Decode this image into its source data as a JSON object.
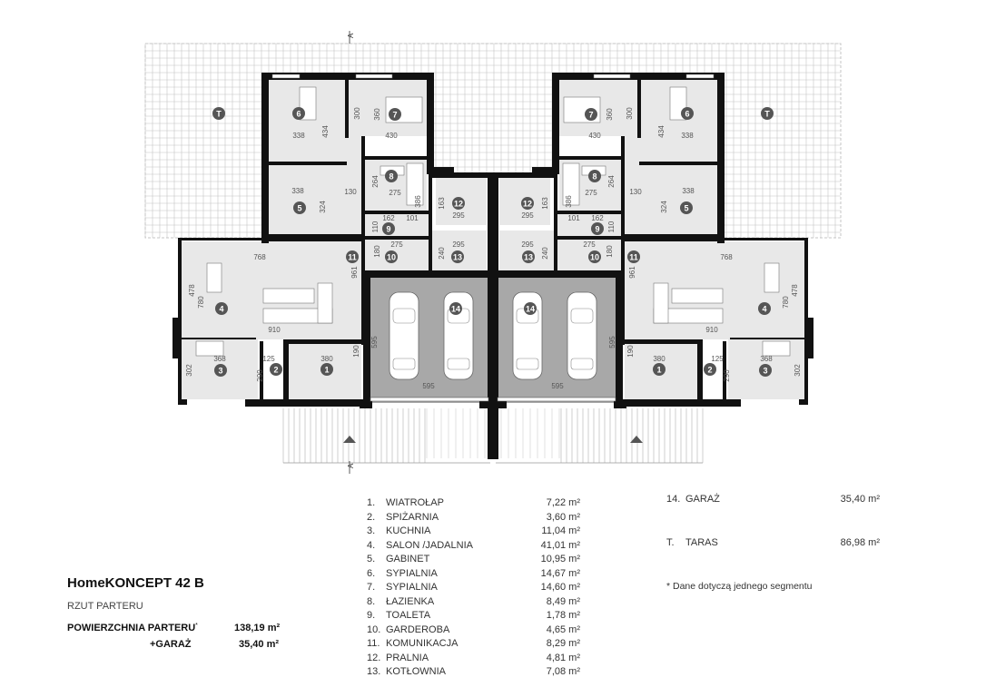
{
  "title": "HomeKONCEPT 42 B",
  "subtitle": "RZUT PARTERU",
  "area": {
    "floor_label": "POWIERZCHNIA PARTERU",
    "floor_mark": "*",
    "floor_value": "138,19 m²",
    "garage_label": "+GARAŻ",
    "garage_value": "35,40 m²"
  },
  "rooms": [
    {
      "no": "1.",
      "name": "WIATROŁAP",
      "area": "7,22 m²"
    },
    {
      "no": "2.",
      "name": "SPIŻARNIA",
      "area": "3,60 m²"
    },
    {
      "no": "3.",
      "name": "KUCHNIA",
      "area": "11,04 m²"
    },
    {
      "no": "4.",
      "name": "SALON /JADALNIA",
      "area": "41,01 m²"
    },
    {
      "no": "5.",
      "name": "GABINET",
      "area": "10,95 m²"
    },
    {
      "no": "6.",
      "name": "SYPIALNIA",
      "area": "14,67 m²"
    },
    {
      "no": "7.",
      "name": "SYPIALNIA",
      "area": "14,60 m²"
    },
    {
      "no": "8.",
      "name": "ŁAZIENKA",
      "area": "8,49 m²"
    },
    {
      "no": "9.",
      "name": "TOALETA",
      "area": "1,78 m²"
    },
    {
      "no": "10.",
      "name": "GARDEROBA",
      "area": "4,65 m²"
    },
    {
      "no": "11.",
      "name": "KOMUNIKACJA",
      "area": "8,29 m²"
    },
    {
      "no": "12.",
      "name": "PRALNIA",
      "area": "4,81 m²"
    },
    {
      "no": "13.",
      "name": "KOTŁOWNIA",
      "area": "7,08 m²"
    }
  ],
  "extra_rooms": [
    {
      "no": "14.",
      "name": "GARAŻ",
      "area": "35,40 m²"
    },
    {
      "no": "T.",
      "name": "TARAS",
      "area": "86,98 m²"
    }
  ],
  "footnote": "*  Dane dotyczą jednego segmentu",
  "plan": {
    "section_mark": "A",
    "room_markers": [
      "T",
      "6",
      "7",
      "8",
      "5",
      "12",
      "9",
      "10",
      "13",
      "11",
      "14",
      "4",
      "3",
      "2",
      "1"
    ],
    "dimensions": [
      "338",
      "434",
      "300",
      "360",
      "430",
      "264",
      "275",
      "338",
      "324",
      "130",
      "386",
      "163",
      "295",
      "162",
      "101",
      "110",
      "275",
      "180",
      "240",
      "295",
      "961",
      "768",
      "478",
      "780",
      "910",
      "368",
      "302",
      "125",
      "290",
      "380",
      "190",
      "595",
      "595"
    ]
  },
  "colors": {
    "wall": "#111111",
    "floor": "#e8e8e8",
    "garage": "#a8a8a8",
    "marker": "#555555",
    "grid": "#c4c4c4"
  }
}
